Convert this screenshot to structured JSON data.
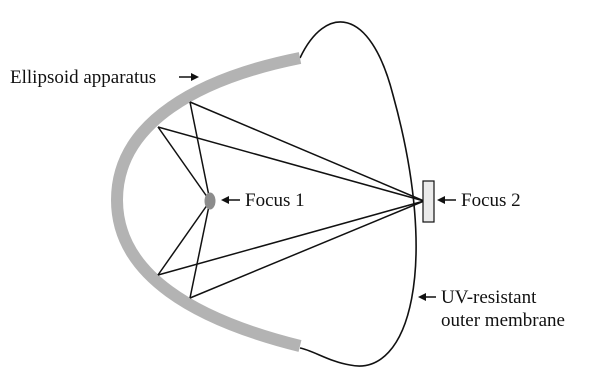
{
  "labels": {
    "ellipsoid_apparatus": "Ellipsoid apparatus",
    "focus_1": "Focus 1",
    "focus_2": "Focus 2",
    "membrane_line1": "UV-resistant",
    "membrane_line2": "outer membrane"
  },
  "colors": {
    "outline": "#111111",
    "apparatus": "#b3b3b3",
    "focus_1_fill": "#8c8c8c",
    "focus_2_fill": "#ebebeb",
    "rays": "#111111"
  }
}
